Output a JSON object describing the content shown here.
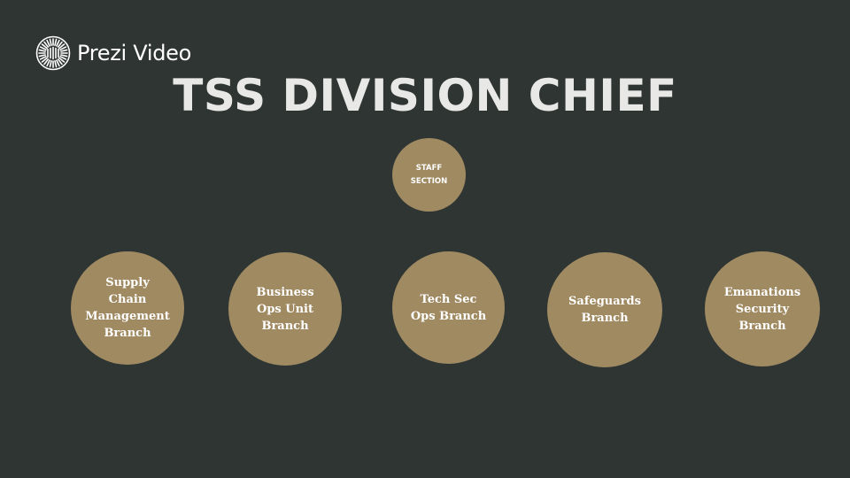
{
  "brand": {
    "name": "Prezi Video",
    "icon": "prezi-logo-icon"
  },
  "title": "TSS DIVISION CHIEF",
  "colors": {
    "background": "#2e3533",
    "node_fill": "#a08a62",
    "title_text": "#e8e8e6",
    "node_text": "#ffffff"
  },
  "staff": {
    "label": "STAFF\nSECTION"
  },
  "branches": [
    {
      "label": "Supply\nChain\nManagement\nBranch"
    },
    {
      "label": "Business\nOps Unit\nBranch"
    },
    {
      "label": "Tech Sec\nOps Branch"
    },
    {
      "label": "Safeguards\nBranch"
    },
    {
      "label": "Emanations\nSecurity\nBranch"
    }
  ]
}
